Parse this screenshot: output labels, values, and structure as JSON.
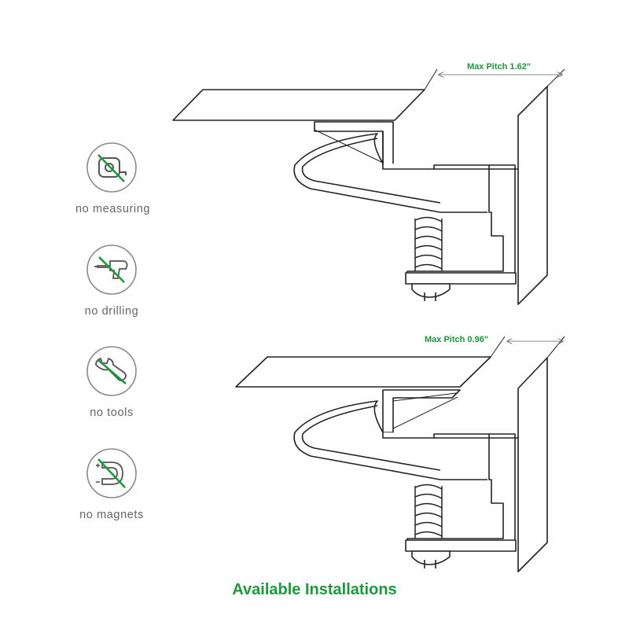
{
  "features": [
    {
      "label": "no measuring",
      "icon": "tape-measure-crossed-icon"
    },
    {
      "label": "no drilling",
      "icon": "drill-crossed-icon"
    },
    {
      "label": "no tools",
      "icon": "wrench-crossed-icon"
    },
    {
      "label": "no magnets",
      "icon": "magnet-crossed-icon"
    }
  ],
  "installations": [
    {
      "pitch_label": "Max Pitch 1.62\""
    },
    {
      "pitch_label": "Max Pitch 0.96\""
    }
  ],
  "footer": {
    "title": "Available Installations"
  },
  "colors": {
    "accent": "#1a9b3a",
    "line": "#222222",
    "icon_gray": "#888888",
    "label_gray": "#666666"
  }
}
